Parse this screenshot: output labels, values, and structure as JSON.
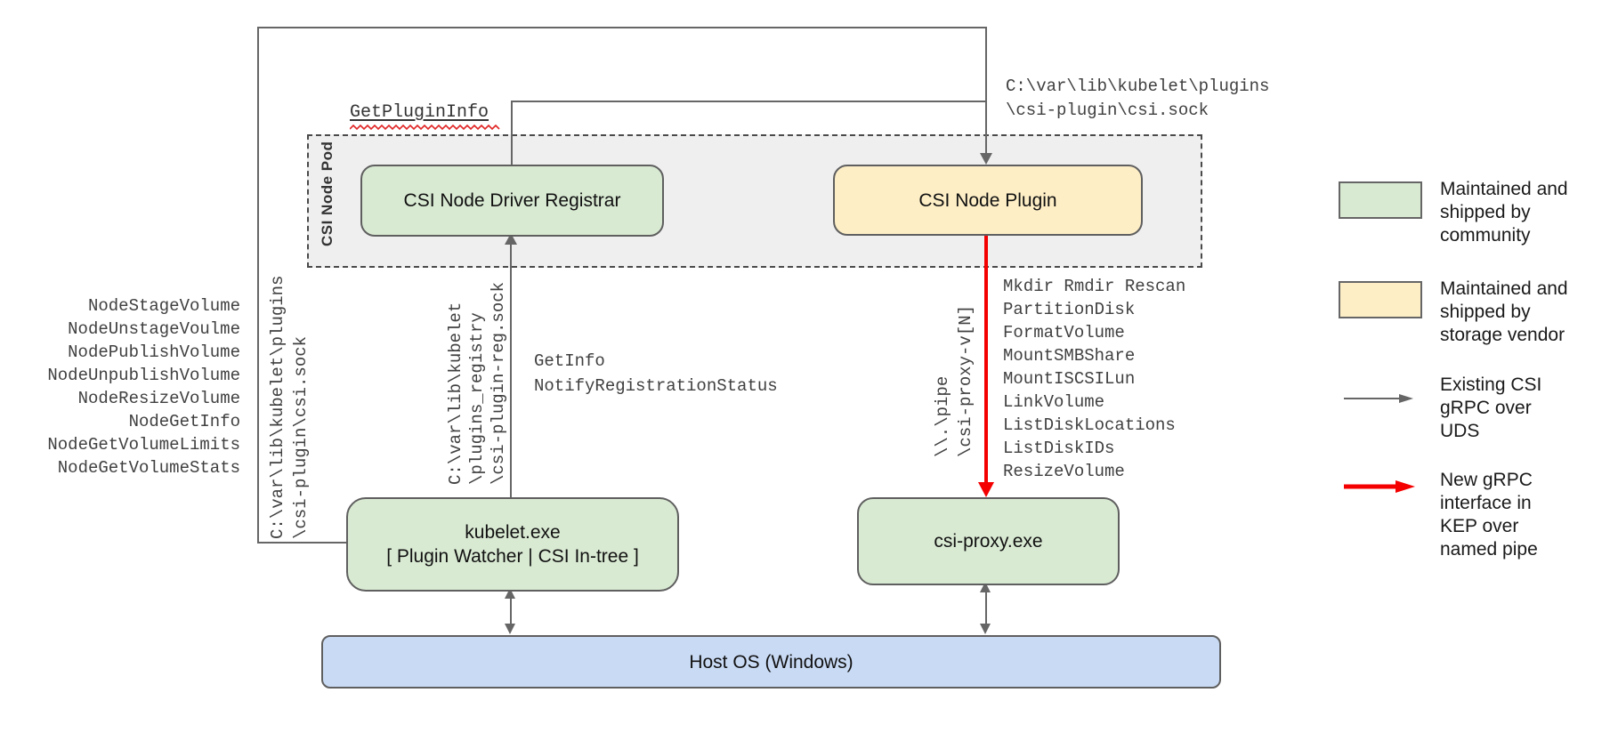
{
  "nodes": {
    "pod_label": "CSI Node Pod",
    "registrar": "CSI Node Driver Registrar",
    "plugin": "CSI Node Plugin",
    "kubelet": "kubelet.exe\n[ Plugin Watcher | CSI In-tree ]",
    "proxy": "csi-proxy.exe",
    "host": "Host OS (Windows)"
  },
  "labels": {
    "get_plugin_info": "GetPluginInfo",
    "registration_calls": "GetInfo\nNotifyRegistrationStatus"
  },
  "paths": {
    "csi_sock_top": "C:\\var\\lib\\kubelet\\plugins\n\\csi-plugin\\csi.sock",
    "csi_sock_left": "C:\\var\\lib\\kubelet\\plugins\n\\csi-plugin\\csi.sock",
    "reg_sock": "C:\\var\\lib\\kubelet\n\\plugins_registry\n\\csi-plugin-reg.sock",
    "named_pipe": "\\\\.\\pipe\n\\csi-proxy-v[N]"
  },
  "calls": {
    "node_calls": [
      "NodeStageVolume",
      "NodeUnstageVoulme",
      "NodePublishVolume",
      "NodeUnpublishVolume",
      "NodeResizeVolume",
      "NodeGetInfo",
      "NodeGetVolumeLimits",
      "NodeGetVolumeStats"
    ],
    "proxy_calls": [
      "Mkdir Rmdir Rescan",
      "PartitionDisk",
      "FormatVolume",
      "MountSMBShare",
      "MountISCSILun",
      "LinkVolume",
      "ListDiskLocations",
      "ListDiskIDs",
      "ResizeVolume"
    ]
  },
  "legend": {
    "community": {
      "label": "Maintained and\nshipped by\ncommunity",
      "color": "#d9ead3"
    },
    "vendor": {
      "label": "Maintained and\nshipped by\nstorage vendor",
      "color": "#fdeec6"
    },
    "uds": {
      "label": "Existing CSI\ngRPC over\nUDS",
      "color": "#666666"
    },
    "pipe": {
      "label": "New gRPC\ninterface in\nKEP over\nnamed pipe",
      "color": "#f40000"
    }
  },
  "colors": {
    "community_green": "#d9ead3",
    "vendor_yellow": "#fdeec6",
    "host_blue": "#c9daf4",
    "pod_gray": "#efefef",
    "uds_gray": "#666666",
    "pipe_red": "#f40000"
  }
}
